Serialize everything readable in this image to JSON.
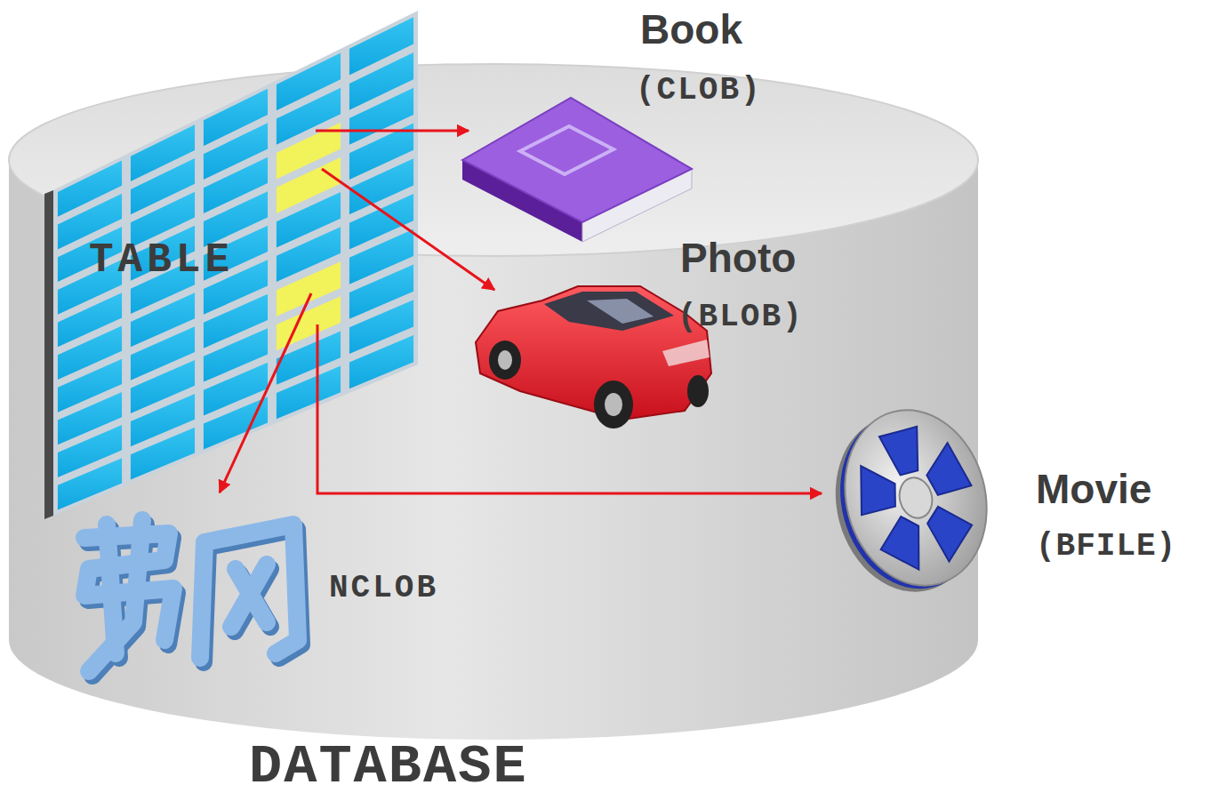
{
  "diagram": {
    "nodes": [
      {
        "text": [
          "DATABASE"
        ]
      },
      {
        "text": [
          "TABLE"
        ],
        "in": 0
      },
      {
        "text": [
          "Book",
          "(CLOB)"
        ],
        "in": 0
      },
      {
        "text": [
          "Photo",
          "(BLOB)"
        ],
        "in": 0
      },
      {
        "text": [
          "NCLOB"
        ],
        "in": 0
      },
      {
        "text": [
          "Movie",
          "(BFILE)"
        ]
      }
    ],
    "edges": [
      {
        "from": 1,
        "to": 2,
        "arrow": "to"
      },
      {
        "from": 1,
        "to": 3,
        "arrow": "to"
      },
      {
        "from": 1,
        "to": 4,
        "arrow": "to"
      },
      {
        "from": 1,
        "to": 5,
        "arrow": "to"
      }
    ]
  }
}
